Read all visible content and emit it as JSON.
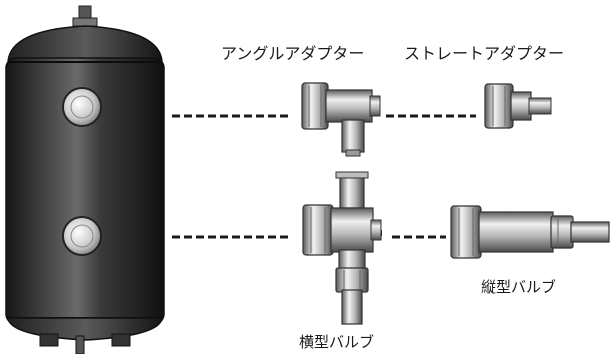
{
  "labels": {
    "angle_adapter": "アングルアダプター",
    "straight_adapter": "ストレートアダプター",
    "vertical_valve": "縦型バルブ",
    "horizontal_valve": "横型バルブ"
  },
  "colors": {
    "background": "#ffffff",
    "tank_body": "#2a2a2a",
    "tank_highlight": "#8a8a8a",
    "metal_light": "#e6e6e6",
    "metal_mid": "#a8a8a8",
    "metal_dark": "#4a4a4a",
    "dash": "#1a1a1a"
  }
}
